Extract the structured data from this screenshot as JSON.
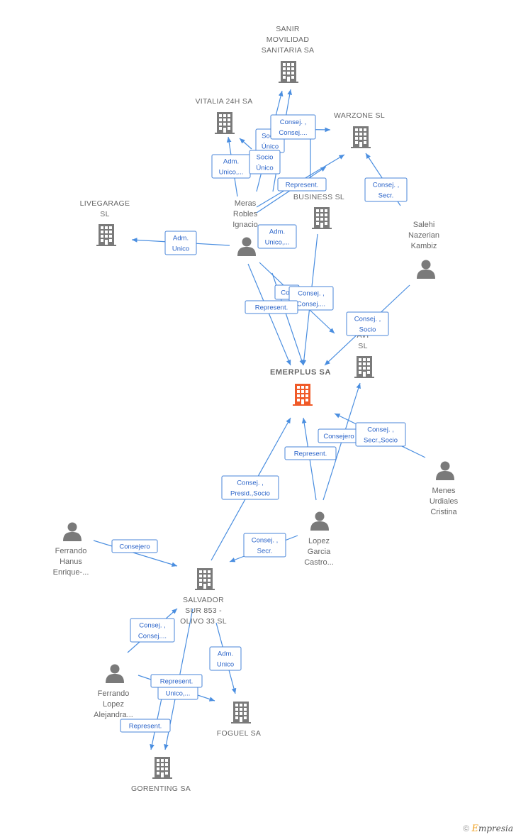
{
  "companies": [
    {
      "id": "sanir",
      "lines": [
        "SANIR",
        "MOVILIDAD",
        "SANITARIA SA"
      ],
      "main": false
    },
    {
      "id": "vitalia",
      "lines": [
        "VITALIA 24H SA"
      ],
      "main": false
    },
    {
      "id": "warzone",
      "lines": [
        "WARZONE  SL"
      ],
      "main": false
    },
    {
      "id": "business",
      "lines": [
        "N",
        "BUSINESS  SL"
      ],
      "main": false
    },
    {
      "id": "livegarage",
      "lines": [
        "LIVEGARAGE",
        "SL"
      ],
      "main": false
    },
    {
      "id": "avi",
      "lines": [
        "AVI",
        "SL"
      ],
      "main": false
    },
    {
      "id": "emerplus",
      "lines": [
        "EMERPLUS SA"
      ],
      "main": true
    },
    {
      "id": "salvador",
      "lines": [
        "SALVADOR",
        "SUR 853 -",
        "OLIVO 33  SL"
      ],
      "main": false
    },
    {
      "id": "foguel",
      "lines": [
        "FOGUEL SA"
      ],
      "main": false
    },
    {
      "id": "gorenting",
      "lines": [
        "GORENTING SA"
      ],
      "main": false
    }
  ],
  "persons": [
    {
      "id": "meras",
      "lines": [
        "Meras",
        "Robles",
        "Ignacio"
      ]
    },
    {
      "id": "salehi",
      "lines": [
        "Salehi",
        "Nazerian",
        "Kambiz"
      ]
    },
    {
      "id": "menes",
      "lines": [
        "Menes",
        "Urdiales",
        "Cristina"
      ]
    },
    {
      "id": "lopez",
      "lines": [
        "Lopez",
        "Garcia",
        "Castro..."
      ]
    },
    {
      "id": "hanus",
      "lines": [
        "Ferrando",
        "Hanus",
        "Enrique-..."
      ]
    },
    {
      "id": "alejandra",
      "lines": [
        "Ferrando",
        "Lopez",
        "Alejandra..."
      ]
    }
  ],
  "edge_labels": [
    {
      "id": "meras-vitalia",
      "lines": [
        "Adm.",
        "Unico,..."
      ]
    },
    {
      "id": "meras-sanir-socio1",
      "lines": [
        "Socio",
        "Único"
      ]
    },
    {
      "id": "meras-sanir-socio2",
      "lines": [
        "Socio",
        "Único"
      ]
    },
    {
      "id": "meras-sanir-consej",
      "lines": [
        "Consej. ,",
        "Consej...."
      ]
    },
    {
      "id": "meras-warzone-repr",
      "lines": [
        "Represent."
      ]
    },
    {
      "id": "meras-business",
      "lines": [
        "Adm.",
        "Unico,..."
      ]
    },
    {
      "id": "meras-livegarage",
      "lines": [
        "Adm.",
        "Unico"
      ]
    },
    {
      "id": "salehi-warzone",
      "lines": [
        "Consej. ,",
        "Secr."
      ]
    },
    {
      "id": "meras-emerplus-consej-back",
      "lines": [
        "Con"
      ]
    },
    {
      "id": "meras-emerplus-consej",
      "lines": [
        "Consej. ,",
        "Consej...."
      ]
    },
    {
      "id": "meras-emerplus-repr",
      "lines": [
        "Represent."
      ]
    },
    {
      "id": "salehi-emerplus",
      "lines": [
        "Consej. ,",
        "Socio"
      ]
    },
    {
      "id": "menes-emerplus-consejero",
      "lines": [
        "Consejero"
      ]
    },
    {
      "id": "menes-emerplus-consej",
      "lines": [
        "Consej. ,",
        "Secr.,Socio"
      ]
    },
    {
      "id": "lopez-emerplus-repr",
      "lines": [
        "Represent."
      ]
    },
    {
      "id": "salvador-emerplus",
      "lines": [
        "Consej. ,",
        "Presid.,Socio"
      ]
    },
    {
      "id": "lopez-salvador",
      "lines": [
        "Consej. ,",
        "Secr."
      ]
    },
    {
      "id": "hanus-salvador",
      "lines": [
        "Consejero"
      ]
    },
    {
      "id": "alejandra-salvador",
      "lines": [
        "Consej. ,",
        "Consej...."
      ]
    },
    {
      "id": "salvador-foguel",
      "lines": [
        "Adm.",
        "Unico"
      ]
    },
    {
      "id": "alejandra-foguel-unico",
      "lines": [
        "Unico,..."
      ]
    },
    {
      "id": "alejandra-foguel-repr",
      "lines": [
        "Represent."
      ]
    },
    {
      "id": "alejandra-gorenting",
      "lines": [
        "Represent."
      ]
    }
  ],
  "colors": {
    "company_icon": "#7a7a7a",
    "main_company_icon": "#f05a28",
    "person_icon": "#7a7a7a",
    "edge": "#4a8ee0",
    "label_text": "#2a63c8"
  },
  "footer": {
    "copyright": "©",
    "brand_first": "E",
    "brand_rest": "mpresia"
  }
}
